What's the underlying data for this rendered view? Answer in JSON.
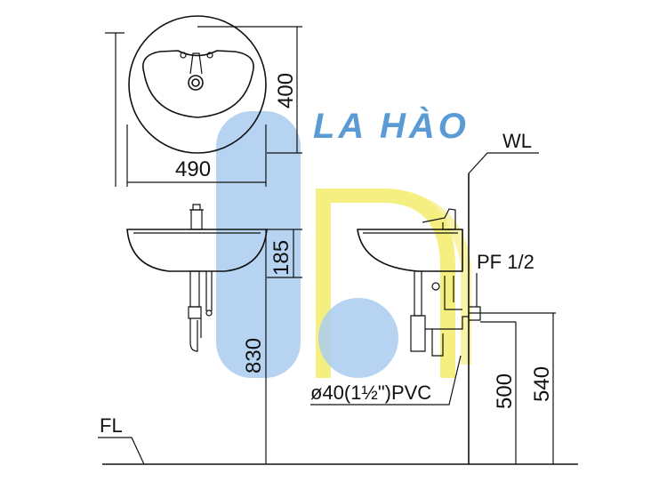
{
  "watermark": {
    "brand_text": "LA HÀO",
    "brand_color": "#5B9BD5",
    "blue_color": "#A9CDEE",
    "yellow_color": "#F5EE80"
  },
  "labels": {
    "wall_line": "WL",
    "floor_line": "FL",
    "supply_pipe": "PF 1/2",
    "drain_pipe": "ø40(1½\")PVC"
  },
  "dimensions": {
    "basin_width": "490",
    "basin_depth": "400",
    "basin_height": "185",
    "rim_height": "830",
    "drain_height": "500",
    "supply_height": "540"
  }
}
